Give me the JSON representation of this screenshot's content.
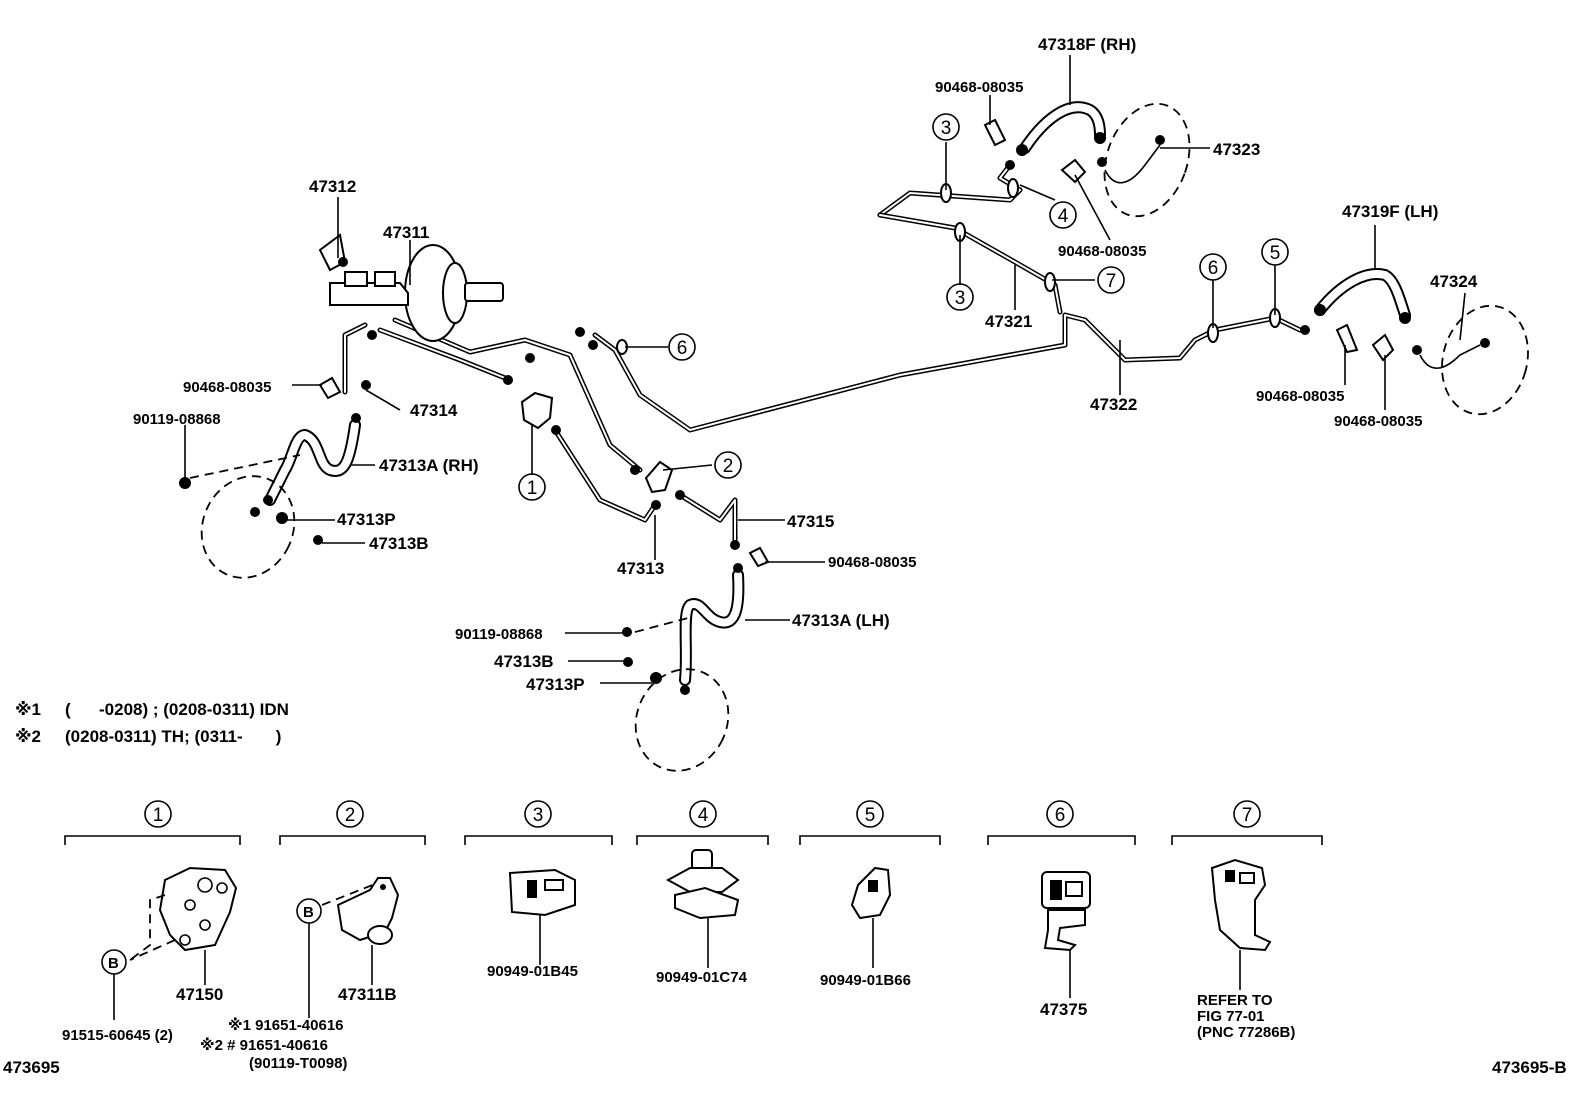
{
  "labels": {
    "p47318F": "47318F (RH)",
    "p90468_top": "90468-08035",
    "p47323": "47323",
    "p90468_mid": "90468-08035",
    "p47319F": "47319F (LH)",
    "p47324": "47324",
    "p47321": "47321",
    "p47322": "47322",
    "p90468_r1": "90468-08035",
    "p90468_r2": "90468-08035",
    "p47312": "47312",
    "p47311": "47311",
    "p90468_left": "90468-08035",
    "p47314": "47314",
    "p90119_left": "90119-08868",
    "p47313A_RH": "47313A (RH)",
    "p47313P_left": "47313P",
    "p47313B_left": "47313B",
    "p47313": "47313",
    "p47315": "47315",
    "p90468_center": "90468-08035",
    "p90119_center": "90119-08868",
    "p47313A_LH": "47313A (LH)",
    "p47313B_center": "47313B",
    "p47313P_center": "47313P"
  },
  "callouts": {
    "c1": "1",
    "c2": "2",
    "c3a": "3",
    "c3b": "3",
    "c4": "4",
    "c5": "5",
    "c6a": "6",
    "c6b": "6",
    "c7": "7"
  },
  "notes": {
    "n1_mark": "※1",
    "n1_text": "(      -0208) ; (0208-0311) IDN",
    "n2_mark": "※2",
    "n2_text": "(0208-0311) TH; (0311-       )"
  },
  "legend": [
    {
      "num": "1",
      "parts": [
        "47150"
      ],
      "sub": "91515-60645 (2)",
      "marker": "B"
    },
    {
      "num": "2",
      "parts": [
        "47311B"
      ],
      "sub1": "※1 91651-40616",
      "sub2": "※2 # 91651-40616",
      "sub3": "(90119-T0098)",
      "marker": "B"
    },
    {
      "num": "3",
      "parts": [
        "90949-01B45"
      ]
    },
    {
      "num": "4",
      "parts": [
        "90949-01C74"
      ]
    },
    {
      "num": "5",
      "parts": [
        "90949-01B66"
      ]
    },
    {
      "num": "6",
      "parts": [
        "47375"
      ]
    },
    {
      "num": "7",
      "parts": [
        "REFER TO",
        "FIG 77-01",
        "(PNC 77286B)"
      ]
    }
  ],
  "footer": {
    "left": "473695",
    "right": "473695-B"
  }
}
